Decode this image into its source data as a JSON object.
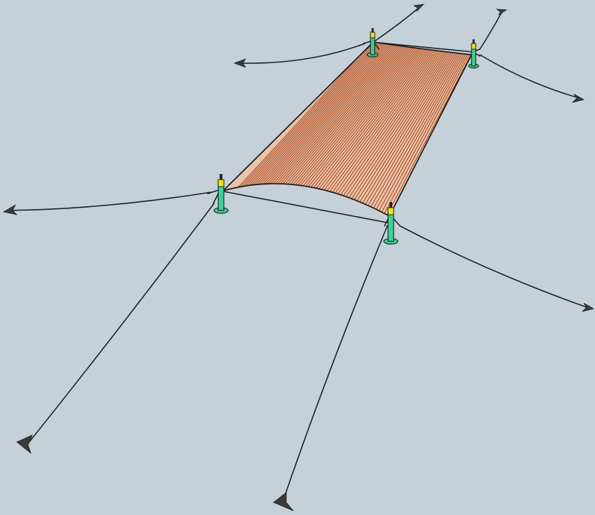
{
  "colors": {
    "background": "#c5d0d8",
    "membrane_fill": "#e8c4ac",
    "membrane_stripe": "#b0532b",
    "pole": "#3fcf9a",
    "pole_cap": "#f2e21c",
    "cable": "#1e1e1e",
    "anchor": "#3a3a3a"
  },
  "scene": {
    "poles": 4,
    "guy_cables": 8,
    "membrane_panels": 1
  }
}
